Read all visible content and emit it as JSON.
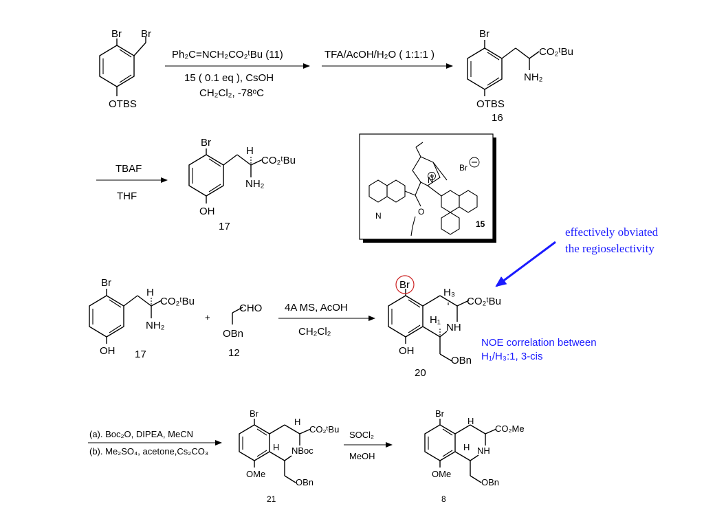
{
  "colors": {
    "annotation_blue": "#1a1aff",
    "circle_red": "#cc2222",
    "box_border": "#000000"
  },
  "step1": {
    "start": {
      "br_ring": "Br",
      "br_ch2": "Br",
      "otbs": "OTBS"
    },
    "reagent_above": "Ph₂C=NCH₂CO₂ᵗBu (11)",
    "reagent_below_1": "15 ( 0.1 eq ), CsOH",
    "reagent_below_2": "CH₂Cl₂, -78ᵒC",
    "reagent2_above": "TFA/AcOH/H₂O ( 1:1:1 )",
    "product": {
      "br": "Br",
      "ester": "CO₂ᵗBu",
      "amine": "NH₂",
      "otbs": "OTBS",
      "number": "16"
    }
  },
  "step2": {
    "reagent_above": "TBAF",
    "reagent_below": "THF",
    "product": {
      "br": "Br",
      "h": "H",
      "ester": "CO₂ᵗBu",
      "amine": "NH₂",
      "oh": "OH",
      "number": "17"
    }
  },
  "catalyst": {
    "br_anion": "Br",
    "n": "N",
    "n_quin": "N",
    "o": "O",
    "number": "15"
  },
  "annotation1": {
    "line1": "effectively obviated",
    "line2": "the regioselectivity"
  },
  "step3": {
    "sm": {
      "br": "Br",
      "h": "H",
      "ester": "CO₂ᵗBu",
      "amine": "NH₂",
      "oh": "OH",
      "number": "17"
    },
    "plus": "+",
    "aldehyde": {
      "cho": "CHO",
      "obn": "OBn",
      "number": "12"
    },
    "reagent_above": "4A MS, AcOH",
    "reagent_below": "CH₂Cl₂",
    "product": {
      "br": "Br",
      "h3": "H₃",
      "ester": "CO₂ᵗBu",
      "h1": "H₁",
      "nh": "NH",
      "oh": "OH",
      "obn": "OBn",
      "number": "20"
    }
  },
  "annotation2": {
    "line1": "NOE correlation between",
    "line2": "H₁/H₃:1, 3-cis"
  },
  "step4": {
    "reagent_a": "(a). Boc₂O, DIPEA, MeCN",
    "reagent_b": "(b). Me₂SO₄, acetone,Cs₂CO₃",
    "product": {
      "br": "Br",
      "h_top": "H",
      "ester": "CO₂ᵗBu",
      "h_mid": "H",
      "nboc": "NBoc",
      "ome": "OMe",
      "obn": "OBn",
      "number": "21"
    },
    "reagent2_above": "SOCl₂",
    "reagent2_below": "MeOH",
    "final": {
      "br": "Br",
      "h_top": "H",
      "ester": "CO₂Me",
      "h_mid": "H",
      "nh": "NH",
      "ome": "OMe",
      "obn": "OBn",
      "number": "8"
    }
  }
}
